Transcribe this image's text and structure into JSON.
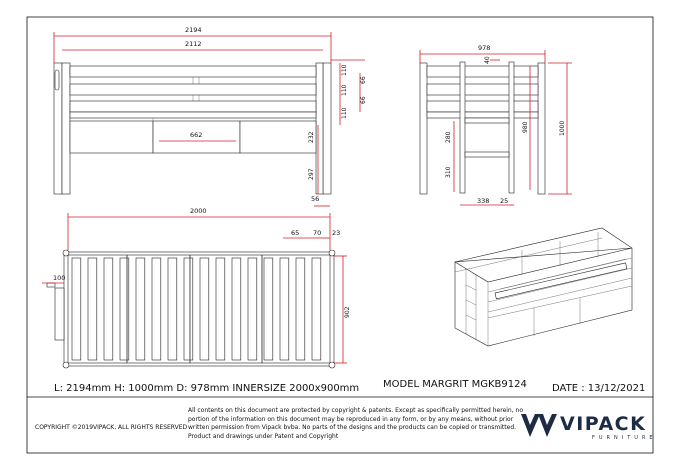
{
  "front_view": {
    "overall_length": "2194",
    "frame_length": "2112",
    "drawer_width": "662",
    "rail_heights": [
      "110",
      "110",
      "110"
    ],
    "rail_gaps": [
      "66",
      "66"
    ],
    "drawer_height": "232",
    "leg_height": "297",
    "post_width": "56"
  },
  "side_view": {
    "depth": "978",
    "top_gap": "40",
    "rail_zone_height": "980",
    "total_height": "1000",
    "ladder_step_upper": "280",
    "ladder_step_lower": "310",
    "ladder_width": "338",
    "ladder_offset": "25"
  },
  "top_view": {
    "inner_length": "2000",
    "slat_spacing": "65",
    "slat_width": "70",
    "end_gap": "23",
    "inner_width": "902",
    "ladder_overhang": "100"
  },
  "caption": {
    "specs": "L: 2194mm H: 1000mm D: 978mm INNERSIZE 2000x900mm",
    "model": "MODEL MARGRIT MGKB9124",
    "date": "DATE : 13/12/2021"
  },
  "footer": {
    "copyright": "COPYRIGHT ©2019VIPACK, ALL RIGHTS RESERVED",
    "legal": "All contents on this document are protected by copyright & patents. Except as specifically permitted herein, no portion of the information on this document may be reproduced in any form, or by any means, without prior written permission from Vipack bvba. No parts of the designs and the products can be copied or transmitted. Product and drawings under Patent and Copyright",
    "brand_name": "VIPACK",
    "brand_sub": "FURNITURE"
  },
  "colors": {
    "dimension_line": "#d0202a",
    "outline": "#222222",
    "brand": "#1d2b44"
  }
}
